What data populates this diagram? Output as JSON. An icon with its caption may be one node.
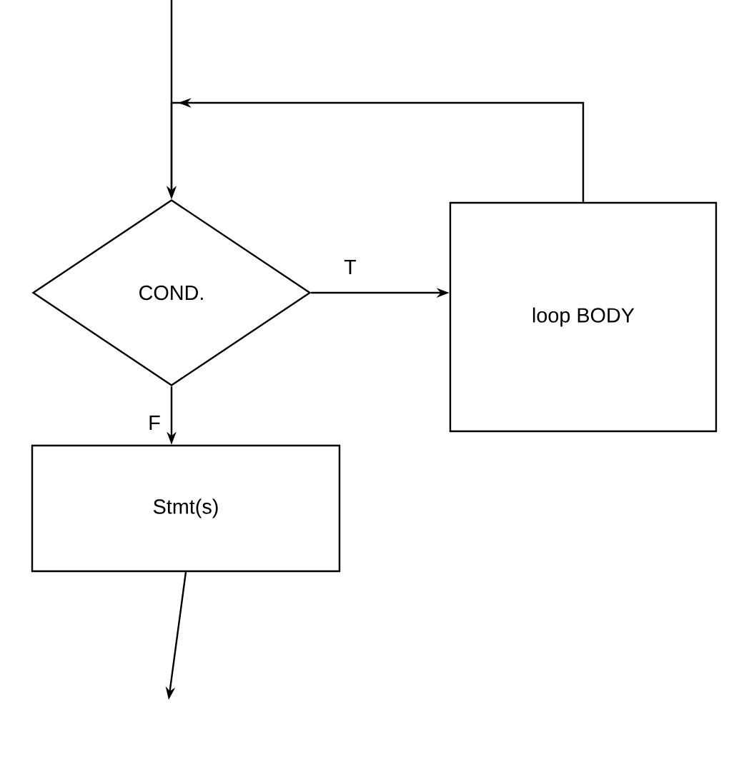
{
  "diagram": {
    "nodes": [
      {
        "text": [
          "COND."
        ]
      },
      {
        "text": [
          "loop BODY"
        ]
      },
      {
        "text": [
          "Stmt(s)"
        ]
      }
    ],
    "edges": [
      {
        "from": null,
        "to": 0,
        "arrow": "to"
      },
      {
        "from": 1,
        "to": 0,
        "arrow": "to"
      },
      {
        "from": 0,
        "to": 1,
        "arrow": "to",
        "label": "T"
      },
      {
        "from": 0,
        "to": 2,
        "arrow": "to",
        "label": "F"
      },
      {
        "from": 2,
        "to": null,
        "arrow": "to"
      }
    ]
  }
}
